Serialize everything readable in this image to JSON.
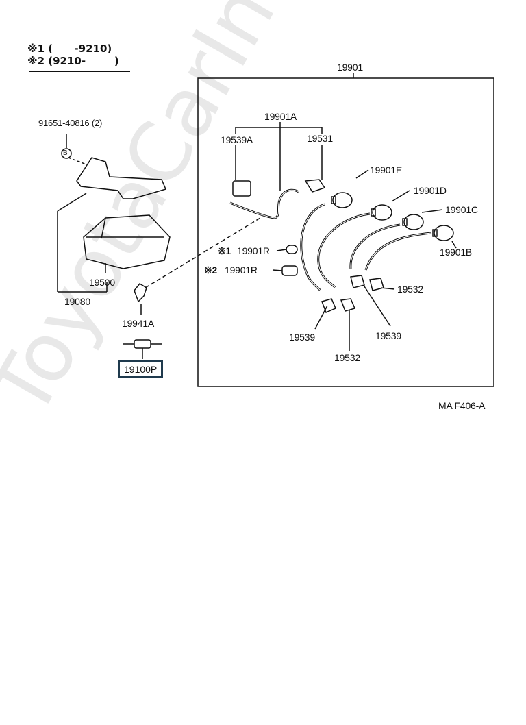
{
  "legend": {
    "line1": "※1 (      -9210)",
    "line2": "※2 (9210-        )"
  },
  "parts": {
    "p19901": "19901",
    "p19901A": "19901A",
    "p19539A": "19539A",
    "p19531": "19531",
    "p19901E": "19901E",
    "p19901D": "19901D",
    "p19901C": "19901C",
    "p19901B": "19901B",
    "p19901R_1": "19901R",
    "p19901R_2": "19901R",
    "mark1": "※1",
    "mark2": "※2",
    "p19532_a": "19532",
    "p19532_b": "19532",
    "p19539_a": "19539",
    "p19539_b": "19539",
    "p91651": "91651-40816 (2)",
    "bolt_letter": "B",
    "p19500": "19500",
    "p19080": "19080",
    "p19941A": "19941A",
    "p19100P": "19100P"
  },
  "code": "MA F406-A",
  "watermark": "ToyotaCarInfo.ru",
  "colors": {
    "line": "#111111",
    "highlight_border": "#1f3a4d",
    "watermark": "#e8e8e8"
  }
}
